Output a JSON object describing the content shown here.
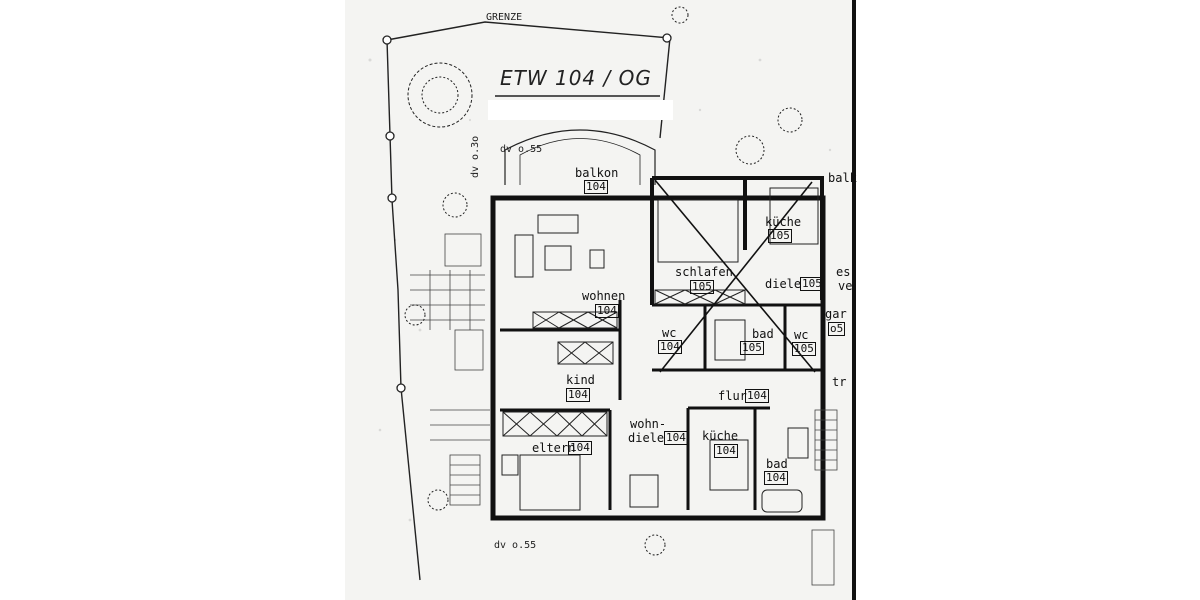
{
  "plan": {
    "title": "ETW 104 / OG",
    "boundary_label": "GRENZE",
    "dimension_labels": [
      "dv o.55",
      "dv o.3o",
      "dv o.55"
    ],
    "rooms": [
      {
        "name": "balkon",
        "number": "104"
      },
      {
        "name": "wohnen",
        "number": "104"
      },
      {
        "name": "kind",
        "number": "104"
      },
      {
        "name": "eltern",
        "number": "104"
      },
      {
        "name": "wohn-",
        "name2": "diele",
        "number": "104"
      },
      {
        "name": "küche",
        "number": "104"
      },
      {
        "name": "flur",
        "number": "104"
      },
      {
        "name": "bad",
        "number": "104"
      },
      {
        "name": "wc",
        "number": "104"
      },
      {
        "name": "schlafen",
        "number": "105"
      },
      {
        "name": "küche",
        "number": "105"
      },
      {
        "name": "diele",
        "number": "105"
      },
      {
        "name": "bad",
        "number": "105"
      },
      {
        "name": "wc",
        "number": "105"
      }
    ],
    "edge_fragments": [
      "balk",
      "es",
      "ve",
      "gar",
      "o5",
      "tr"
    ]
  },
  "colors": {
    "ink": "#111111",
    "paper": "#f4f4f2",
    "hatch": "#555555"
  }
}
